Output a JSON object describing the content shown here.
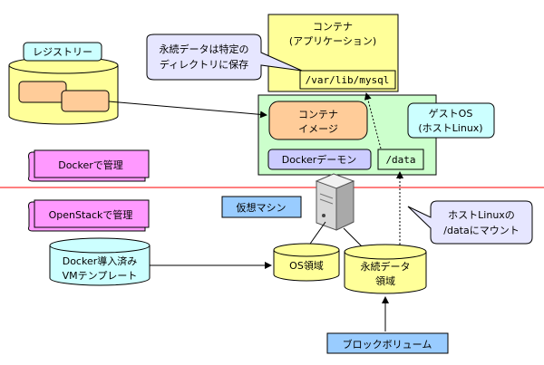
{
  "registry": {
    "label": "レジストリー"
  },
  "container": {
    "title_line1": "コンテナ",
    "title_line2": "(アプリケーション)",
    "path": "/var/lib/mysql"
  },
  "callout_persistent": {
    "line1": "永続データは特定の",
    "line2": "ディレクトリに保存"
  },
  "image": {
    "line1": "コンテナ",
    "line2": "イメージ"
  },
  "guest_os": {
    "line1": "ゲストOS",
    "line2": "(ホストLinux)"
  },
  "docker_daemon": {
    "label": "Dockerデーモン"
  },
  "data_dir": {
    "label": "/data"
  },
  "docker_managed": {
    "label": "Dockerで管理"
  },
  "openstack_managed": {
    "label": "OpenStackで管理"
  },
  "vm": {
    "label": "仮想マシン"
  },
  "callout_mount": {
    "line1": "ホストLinuxの",
    "line2": "/dataにマウント"
  },
  "template": {
    "line1": "Docker導入済み",
    "line2": "VMテンプレート"
  },
  "os_area": {
    "label": "OS領域"
  },
  "persistent_area": {
    "line1": "永続データ",
    "line2": "領域"
  },
  "block_volume": {
    "label": "ブロックボリューム"
  },
  "colors": {
    "yellow": "#ffff99",
    "cream": "#ffff99",
    "green": "#ccffcc",
    "orange": "#ffcc99",
    "lavender": "#ccccff",
    "pink": "#ff99ff",
    "blue_label": "#99ccff",
    "red_line": "#ff0000"
  }
}
